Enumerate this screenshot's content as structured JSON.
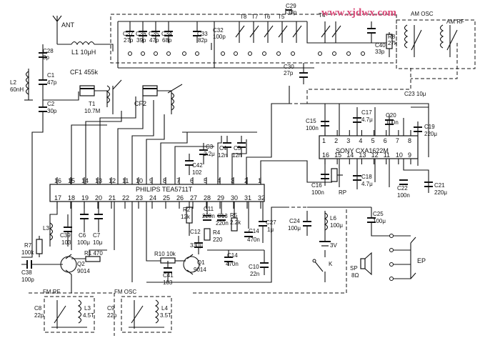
{
  "watermark": "www.xjdwx.com",
  "ics": {
    "tea": {
      "label": "PHILIPS  TEA5711T",
      "top_pins": [
        "16",
        "15",
        "14",
        "13",
        "12",
        "11",
        "10",
        "9",
        "8",
        "7",
        "6",
        "5",
        "4",
        "3",
        "2",
        "1"
      ],
      "bottom_pins": [
        "17",
        "18",
        "19",
        "20",
        "21",
        "22",
        "23",
        "24",
        "25",
        "26",
        "27",
        "28",
        "29",
        "30",
        "31",
        "32"
      ]
    },
    "cxa": {
      "label": "SONY  CXA1622M",
      "top_pins": [
        "1",
        "2",
        "3",
        "4",
        "5",
        "6",
        "7",
        "8"
      ],
      "bottom_pins": [
        "16",
        "15",
        "14",
        "13",
        "12",
        "11",
        "10",
        "9"
      ]
    }
  },
  "labels": {
    "ant": "ANT",
    "c28": "C28",
    "c28v": "3p",
    "l1": "L1  10μH",
    "c1": "C1",
    "c1v": "47p",
    "l2": "L2",
    "l2v": "60nH",
    "cf1": "CF1  455k",
    "c2": "C2",
    "c2v": "30p",
    "t1": "T1",
    "t1v": "10.7M",
    "cf2": "CF2",
    "c37": "C37",
    "c37v": "27p",
    "c36": "C36",
    "c36v": "39p",
    "c35": "C35",
    "c35v": "47p",
    "c34": "C34",
    "c34v": "68p",
    "c33": "C33",
    "c33v": "82p",
    "c32": "C32",
    "c32v": "100p",
    "t8": "T8",
    "t7": "T7",
    "t6": "T6",
    "t5": "T5",
    "c29": "C29",
    "c29v": "33p",
    "t4": "T4",
    "c40": "C40",
    "c40v": "33p",
    "c30": "C30",
    "c30v": "27p",
    "r8": "R8",
    "r8v": "27k",
    "am_osc": "AM  OSC",
    "am_rf": "AM  RF",
    "c23": "C23  10μ",
    "c15": "C15",
    "c15v": "100n",
    "c17": "C17",
    "c17v": "4.7μ",
    "c20": "C20",
    "c20v": "100n",
    "c19": "C19",
    "c19v": "220μ",
    "c3": "C3",
    "c3v": "2.2μ",
    "c4": "C4",
    "c4v": "12n",
    "c5": "C5",
    "c5v": "12n",
    "c42": "C42",
    "c42v": "102",
    "c16": "C16",
    "c16v": "100n",
    "rp": "RP",
    "c18": "C18",
    "c18v": "4.7μ",
    "c22": "C22",
    "c22v": "100n",
    "c21": "C21",
    "c21v": "220μ",
    "l3": "L3",
    "c39": "C39",
    "c39v": "103",
    "c6": "C6",
    "c6v": "100μ",
    "c7": "C7",
    "c7v": "10μ",
    "r2": "R2",
    "r2v": "12k",
    "c11": "C11",
    "c11v": "220n",
    "c12": "C12",
    "c12v": "330μ",
    "c13": "C13",
    "c13v": "220n",
    "r4": "R4",
    "r4v": "220",
    "r5": "R5",
    "r5v": "2.2k",
    "c14a": "C14",
    "c14av": "470n",
    "c27": "C27",
    "c27v": "1μ",
    "c24": "C24",
    "c24v": "100μ",
    "l6": "L6",
    "l6v": "100μ",
    "c25": "C25",
    "c25v": "100μ",
    "bat": "3V",
    "k": "K",
    "r7": "R7",
    "r7v": "100k",
    "c38": "C38",
    "c38v": "100p",
    "r1": "R1  470",
    "q2": "Q2",
    "q2v": "9014",
    "r10": "R10  10k",
    "c41": "C41",
    "c41v": "103",
    "q1": "Q1",
    "q1v": "9014",
    "c14b": "C14",
    "c14bv": "470n",
    "c10": "C10",
    "c10v": "22n",
    "sp": "SP",
    "spv": "8Ω",
    "ep": "EP",
    "fm_rf": "FM  RF",
    "fm_osc": "FM  OSC",
    "c8": "C8",
    "c8v": "22p",
    "l3b": "L3",
    "l3bv": "4.5T",
    "c9": "C9",
    "c9v": "22p",
    "l4": "L4",
    "l4v": "3.5T"
  }
}
